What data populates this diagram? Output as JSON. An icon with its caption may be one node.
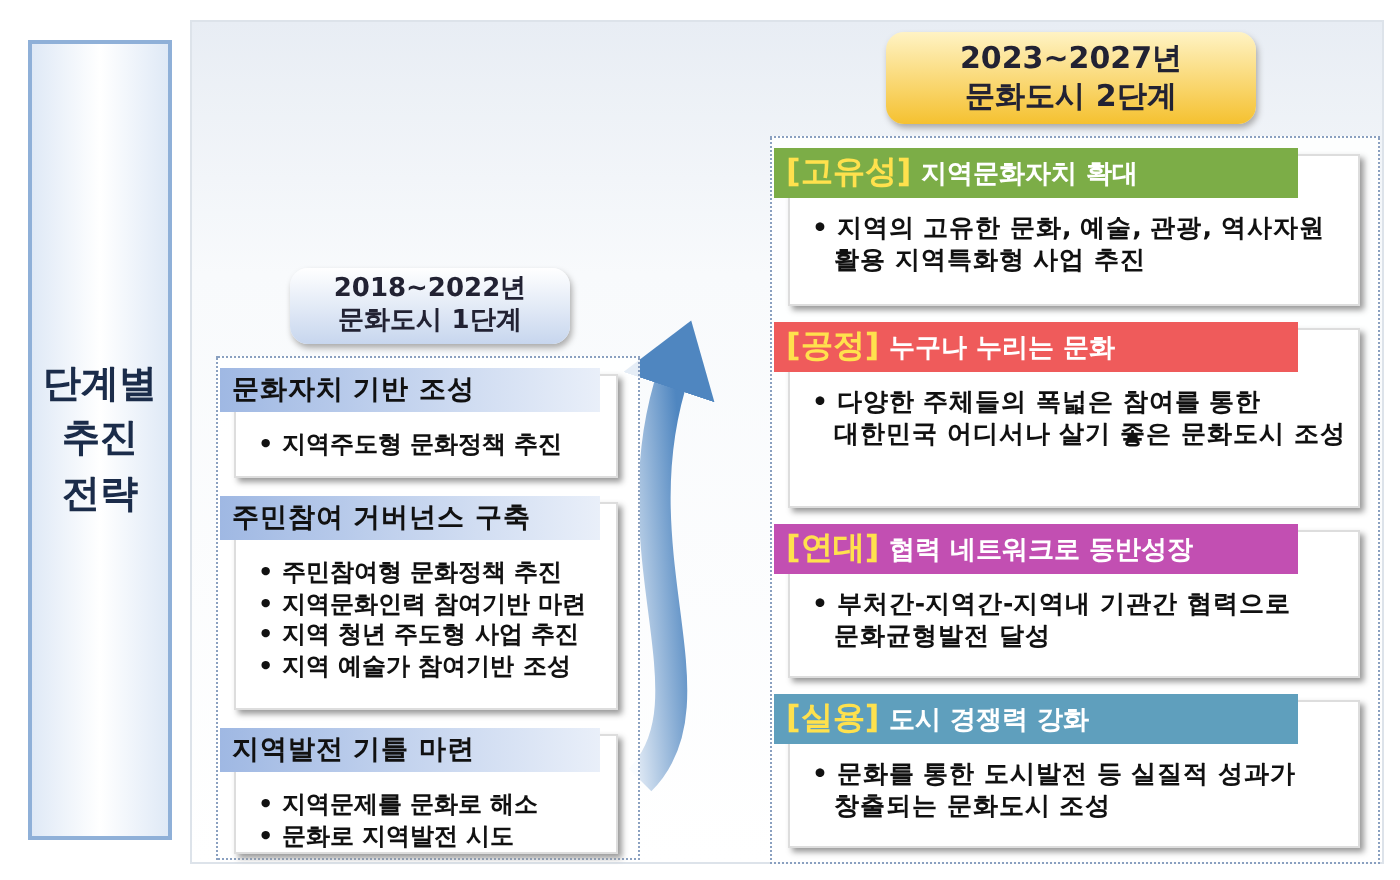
{
  "diagram": {
    "nodes": [
      {
        "text": [
          "단계별 추진 전략"
        ]
      },
      {
        "text": [
          "2018~2022년",
          "문화도시 1단계"
        ]
      },
      {
        "text": [
          "문화자치 기반 조성",
          "• 지역주도형 문화정책 추진"
        ],
        "in": 1
      },
      {
        "text": [
          "주민참여 거버넌스 구축",
          "• 주민참여형 문화정책 추진",
          "• 지역문화인력 참여기반 마련",
          "• 지역 청년 주도형 사업 추진",
          "• 지역 예술가 참여기반 조성"
        ],
        "in": 1
      },
      {
        "text": [
          "지역발전 기틀 마련",
          "• 지역문제를 문화로 해소",
          "• 문화로 지역발전 시도"
        ],
        "in": 1
      },
      {
        "text": [
          "2023~2027년",
          "문화도시 2단계"
        ]
      },
      {
        "text": [
          "[고유성]",
          "지역문화자치 확대",
          "• 지역의 고유한 문화, 예술, 관광, 역사자원 활용 지역특화형 사업 추진"
        ],
        "in": 5
      },
      {
        "text": [
          "[공정]",
          "누구나 누리는 문화",
          "• 다양한 주체들의 폭넓은 참여를 통한 대한민국 어디서나 살기 좋은 문화도시 조성"
        ],
        "in": 5
      },
      {
        "text": [
          "[연대]",
          "협력 네트워크로 동반성장",
          "• 부처간-지역간-지역내 기관간 협력으로 문화균형발전 달성"
        ],
        "in": 5
      },
      {
        "text": [
          "[실용]",
          "도시 경쟁력 강화",
          "• 문화를 통한 도시발전 등 실질적 성과가 창출되는 문화도시 조성"
        ],
        "in": 5
      }
    ],
    "edges": [
      {
        "from": 1,
        "to": 5,
        "arrow": "to",
        "style": "thick"
      }
    ]
  }
}
